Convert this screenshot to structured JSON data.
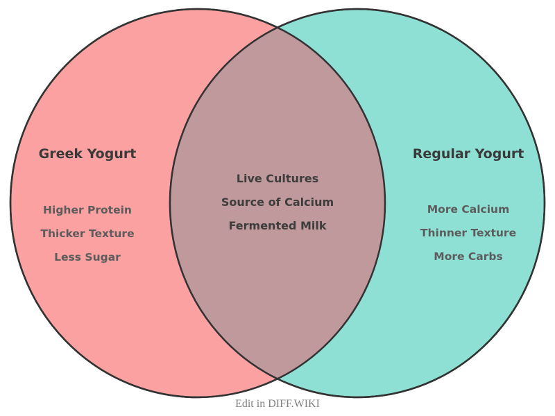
{
  "venn": {
    "left": {
      "title": "Greek Yogurt",
      "items": [
        "Higher Protein",
        "Thicker Texture",
        "Less Sugar"
      ]
    },
    "right": {
      "title": "Regular Yogurt",
      "items": [
        "More Calcium",
        "Thinner Texture",
        "More Carbs"
      ]
    },
    "shared": {
      "items": [
        "Live Cultures",
        "Source of Calcium",
        "Fermented Milk"
      ]
    },
    "footer": "Edit in DIFF.WIKI",
    "colors": {
      "left_fill": "#FBA1A1",
      "right_fill": "#8EE0D5",
      "overlap_fill": "#C0999C",
      "outline": "#333333",
      "title_text": "#3a3a3a",
      "item_text": "#5c5c5c",
      "shared_text": "#3d3d3d",
      "footer_text": "#808080",
      "background": "#ffffff"
    }
  }
}
